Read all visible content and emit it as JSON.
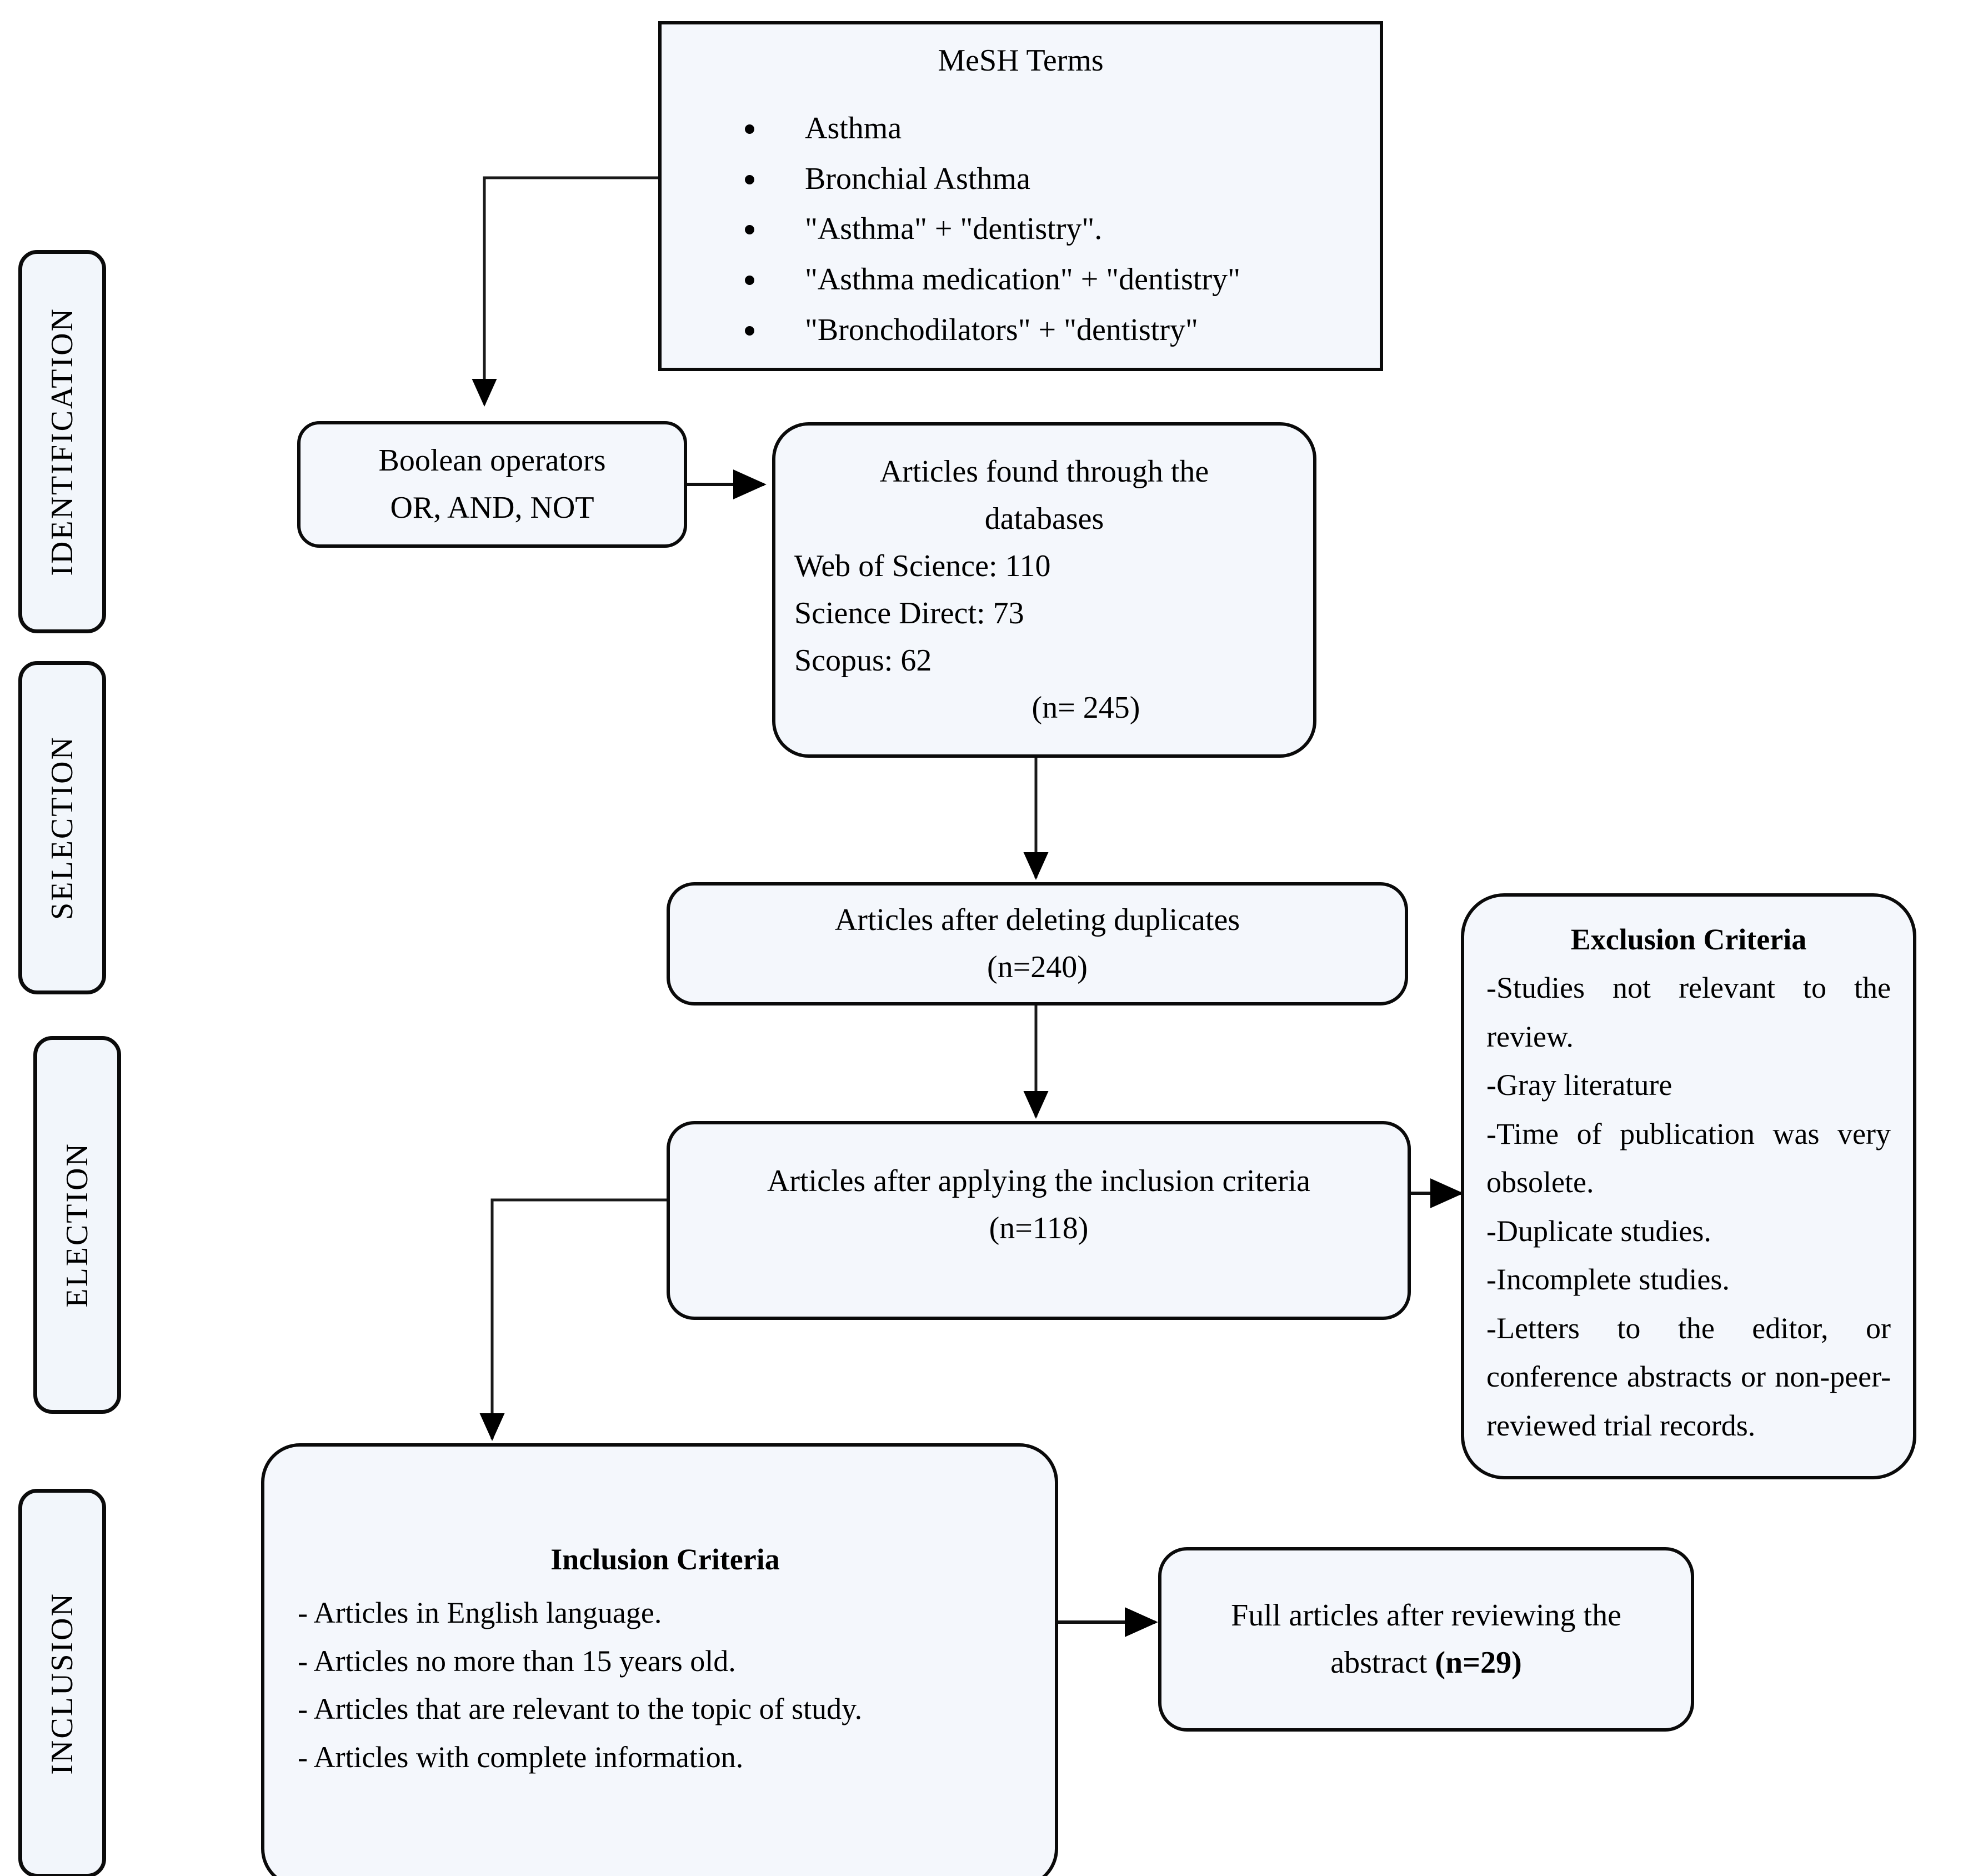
{
  "diagram": {
    "title": "PRISMA study selection flow diagram",
    "fill_color": "#f4f7fc",
    "border_color": "#0a0a0a"
  },
  "stages": [
    {
      "id": "identification",
      "label": "IDENTIFICATION"
    },
    {
      "id": "selection",
      "label": "SELECTION"
    },
    {
      "id": "election",
      "label": "ELECTION"
    },
    {
      "id": "inclusion",
      "label": "INCLUSION"
    }
  ],
  "mesh_box": {
    "title": "MeSH Terms",
    "terms": [
      "Asthma",
      "Bronchial Asthma",
      "\"Asthma\" + \"dentistry\".",
      "\"Asthma medication\" + \"dentistry\"",
      "\"Bronchodilators\" + \"dentistry\""
    ]
  },
  "boolean_box": {
    "line1": "Boolean operators",
    "line2": "OR, AND, NOT"
  },
  "databases_box": {
    "title_line1": "Articles found through the",
    "title_line2": "databases",
    "rows": [
      "Web of Science: 110",
      "Science Direct: 73",
      "Scopus: 62"
    ],
    "total": "(n= 245)"
  },
  "duplicates_box": {
    "line1": "Articles after deleting duplicates",
    "line2": "(n=240)"
  },
  "inclusion_applied_box": {
    "line1": "Articles after applying the inclusion criteria",
    "line2": "(n=118)"
  },
  "exclusion_box": {
    "heading": "Exclusion Criteria",
    "items": [
      "-Studies not relevant to the review.",
      "-Gray literature",
      "-Time of publication was very obsolete.",
      "-Duplicate studies.",
      "-Incomplete studies.",
      "-Letters to the editor, or conference abstracts or non-peer-reviewed trial records."
    ]
  },
  "inclusion_box": {
    "heading": "Inclusion Criteria",
    "items": [
      "- Articles in English language.",
      "- Articles no more than 15 years old.",
      "- Articles that are relevant to the topic of study.",
      "- Articles with complete information."
    ]
  },
  "full_articles_box": {
    "line1": "Full articles after reviewing the",
    "line2_prefix": "abstract ",
    "line2_count": "(n=29)"
  },
  "connectors": [
    {
      "id": "mesh-to-boolean",
      "kind": "elbow-left-down"
    },
    {
      "id": "boolean-to-databases",
      "kind": "straight-right"
    },
    {
      "id": "databases-to-duplicates",
      "kind": "straight-down"
    },
    {
      "id": "duplicates-to-inclusion-applied",
      "kind": "straight-down"
    },
    {
      "id": "inclusion-applied-to-exclusion",
      "kind": "straight-right"
    },
    {
      "id": "inclusion-applied-to-inclusion-criteria",
      "kind": "elbow-left-down"
    },
    {
      "id": "inclusion-criteria-to-full-articles",
      "kind": "straight-right"
    }
  ]
}
